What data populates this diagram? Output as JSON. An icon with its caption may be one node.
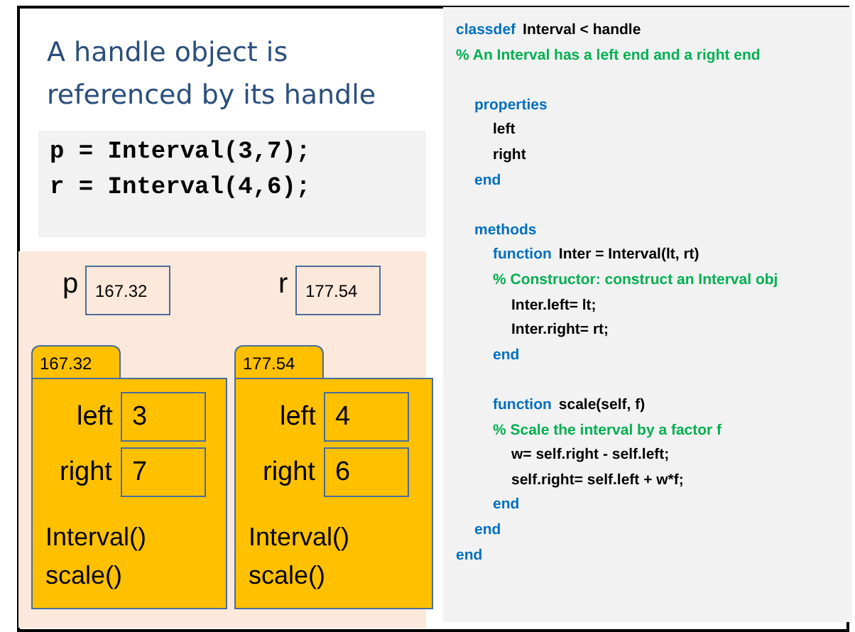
{
  "diagram": {
    "title": "A handle object is referenced by its handle",
    "nodes": [
      {
        "text": [
          "p = Interval(3,7);",
          "r = Interval(4,6);"
        ]
      },
      {
        "text": [],
        "shape": "box"
      },
      {
        "text": [
          "167.32"
        ],
        "beside": [
          "p"
        ],
        "in": 1
      },
      {
        "text": [
          "177.54"
        ],
        "beside": [
          "r"
        ],
        "in": 1
      },
      {
        "text": [
          "167.32",
          "Interval()",
          "scale()"
        ],
        "in": 1
      },
      {
        "text": [
          "3"
        ],
        "beside": [
          "left"
        ],
        "in": 4
      },
      {
        "text": [
          "7"
        ],
        "beside": [
          "right"
        ],
        "in": 4
      },
      {
        "text": [
          "177.54",
          "Interval()",
          "scale()"
        ],
        "in": 1
      },
      {
        "text": [
          "4"
        ],
        "beside": [
          "left"
        ],
        "in": 7
      },
      {
        "text": [
          "6"
        ],
        "beside": [
          "right"
        ],
        "in": 7
      },
      {
        "text": [
          "classdef",
          "Interval < handle",
          "% An Interval has a left end and a right end",
          "properties",
          "left",
          "right",
          "end",
          "methods",
          "function",
          "Inter = Interval(lt, rt)",
          "% Constructor:  construct an Interval obj",
          "Inter.left= lt;",
          "Inter.right= rt;",
          "end",
          "function",
          "scale(self, f)",
          "% Scale the interval by a factor f",
          "w= self.right - self.left;",
          "self.right= self.left + w*f;",
          "end",
          "end",
          "end"
        ]
      }
    ],
    "edges": []
  }
}
